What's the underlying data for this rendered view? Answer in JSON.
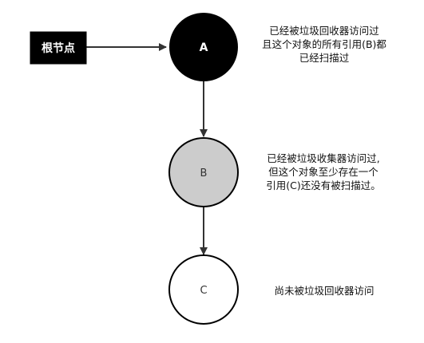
{
  "root_node": {
    "label": "根节点",
    "fill": "#000000",
    "text_color": "#ffffff"
  },
  "nodes": [
    {
      "label": "A",
      "fill": "#000000",
      "text_color": "#ffffff",
      "description": [
        "已经被垃圾回收器访问过",
        "且这个对象的所有引用(B)都",
        "已经扫描过"
      ]
    },
    {
      "label": "B",
      "fill": "#cccccc",
      "text_color": "#333333",
      "description": [
        "已经被垃圾收集器访问过,",
        "但这个对象至少存在一个",
        "引用(C)还没有被扫描过。"
      ]
    },
    {
      "label": "C",
      "fill": "#ffffff",
      "text_color": "#333333",
      "description": [
        "尚未被垃圾回收器访问"
      ]
    }
  ],
  "colors": {
    "edge": "#333333",
    "node_stroke": "#000000"
  }
}
